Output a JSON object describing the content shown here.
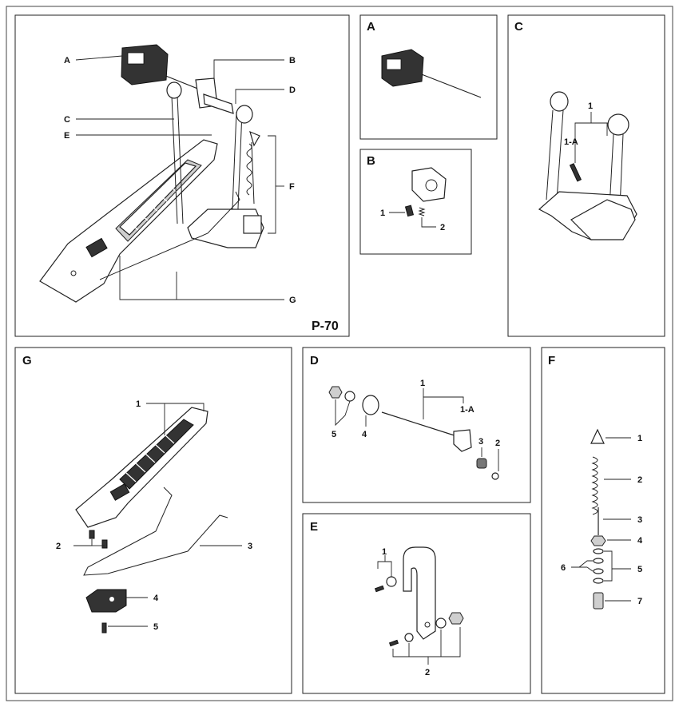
{
  "main": {
    "model": "P-70",
    "callouts": [
      "A",
      "B",
      "C",
      "D",
      "E",
      "F",
      "G"
    ]
  },
  "panel_a": {
    "title": "A"
  },
  "panel_b": {
    "title": "B",
    "labels": [
      "1",
      "2"
    ]
  },
  "panel_c": {
    "title": "C",
    "labels": [
      "1",
      "1-A"
    ]
  },
  "panel_g": {
    "title": "G",
    "labels": [
      "1",
      "2",
      "3",
      "4",
      "5"
    ]
  },
  "panel_d": {
    "title": "D",
    "labels": [
      "1",
      "1-A",
      "2",
      "3",
      "4",
      "5"
    ]
  },
  "panel_e": {
    "title": "E",
    "labels": [
      "1",
      "2"
    ]
  },
  "panel_f": {
    "title": "F",
    "labels": [
      "1",
      "2",
      "3",
      "4",
      "5",
      "6",
      "7"
    ]
  }
}
